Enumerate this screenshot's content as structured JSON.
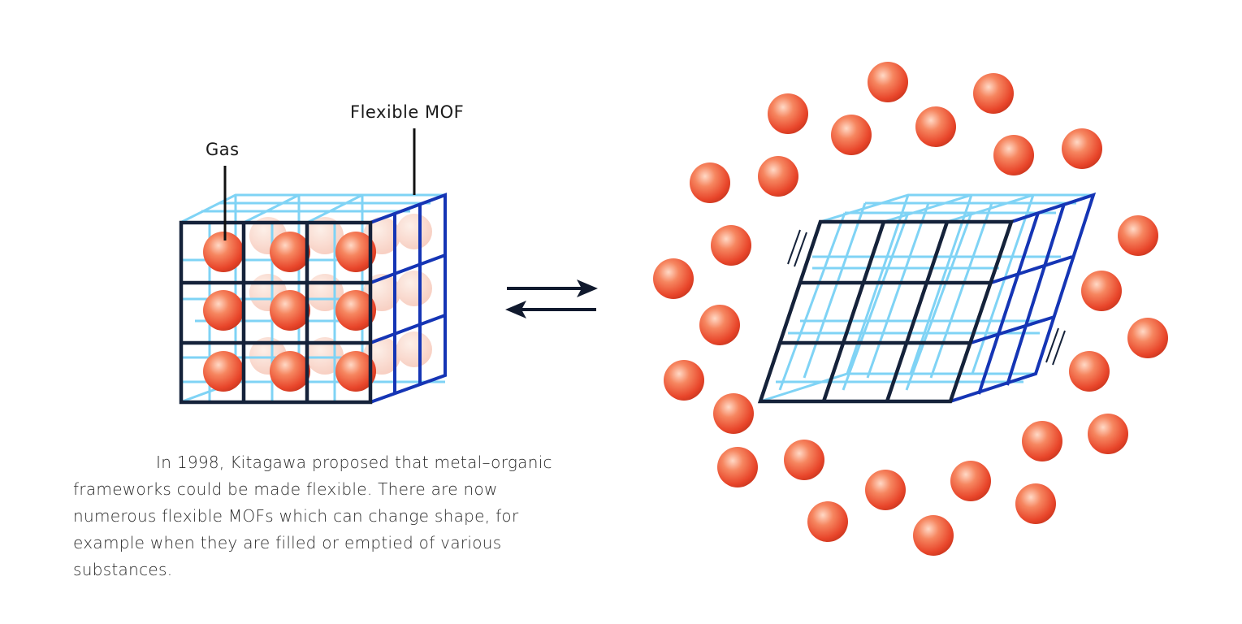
{
  "labels": {
    "gas": "Gas",
    "flexible_mof": "Flexible MOF"
  },
  "caption": "In 1998, Kitagawa proposed that metal–organic frameworks could be made flexible. There are now numerous flexible MOFs which can change shape, for example when they are filled or emptied of various substances.",
  "colors": {
    "front_frame": "#15223a",
    "side_frame": "#1535b5",
    "inner_frame": "#7fd3f5",
    "sphere": "#e8452a",
    "arrow": "#111a2e"
  },
  "icons": {
    "reaction": "reversible-equilibrium-arrows-icon"
  }
}
